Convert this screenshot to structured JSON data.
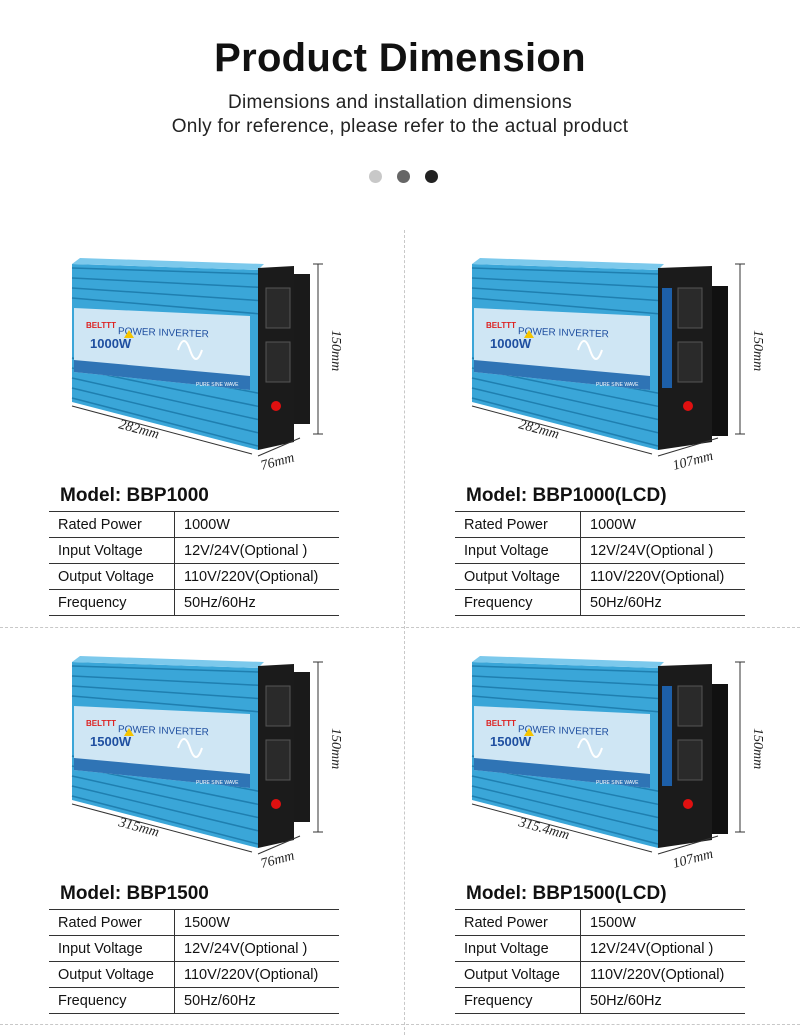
{
  "header": {
    "title": "Product Dimension",
    "subtitle_line1": "Dimensions and installation dimensions",
    "subtitle_line2": "Only for reference, please refer to the actual product"
  },
  "pagination_dots": [
    {
      "color": "#c8c8c8"
    },
    {
      "color": "#666666"
    },
    {
      "color": "#222222"
    }
  ],
  "colors": {
    "inverter_body": "#3aa6d8",
    "inverter_end_panel": "#1b1b1b",
    "label_panel": "#cfe6f4"
  },
  "products": [
    {
      "model": "Model: BBP1000",
      "lcd": false,
      "label": {
        "brand": "BELTTT",
        "name": "POWER INVERTER",
        "watt": "1000W",
        "wave": "PURE SINE WAVE"
      },
      "dimensions": {
        "length": "282mm",
        "depth": "76mm",
        "height": "150mm"
      },
      "specs": [
        {
          "label": "Rated Power",
          "value": "1000W"
        },
        {
          "label": "Input Voltage",
          "value": "12V/24V(Optional )"
        },
        {
          "label": "Output Voltage",
          "value": "110V/220V(Optional)"
        },
        {
          "label": "Frequency",
          "value": "50Hz/60Hz"
        }
      ]
    },
    {
      "model": "Model: BBP1000(LCD)",
      "lcd": true,
      "label": {
        "brand": "BELTTT",
        "name": "POWER INVERTER",
        "watt": "1000W",
        "wave": "PURE SINE WAVE"
      },
      "dimensions": {
        "length": "282mm",
        "depth": "107mm",
        "height": "150mm"
      },
      "specs": [
        {
          "label": "Rated Power",
          "value": "1000W"
        },
        {
          "label": "Input Voltage",
          "value": "12V/24V(Optional )"
        },
        {
          "label": "Output Voltage",
          "value": "110V/220V(Optional)"
        },
        {
          "label": "Frequency",
          "value": "50Hz/60Hz"
        }
      ]
    },
    {
      "model": "Model: BBP1500",
      "lcd": false,
      "label": {
        "brand": "BELTTT",
        "name": "POWER INVERTER",
        "watt": "1500W",
        "wave": "PURE SINE WAVE"
      },
      "dimensions": {
        "length": "315mm",
        "depth": "76mm",
        "height": "150mm"
      },
      "specs": [
        {
          "label": "Rated Power",
          "value": "1500W"
        },
        {
          "label": "Input Voltage",
          "value": "12V/24V(Optional )"
        },
        {
          "label": "Output Voltage",
          "value": "110V/220V(Optional)"
        },
        {
          "label": "Frequency",
          "value": "50Hz/60Hz"
        }
      ]
    },
    {
      "model": "Model: BBP1500(LCD)",
      "lcd": true,
      "label": {
        "brand": "BELTTT",
        "name": "POWER INVERTER",
        "watt": "1500W",
        "wave": "PURE SINE WAVE"
      },
      "dimensions": {
        "length": "315.4mm",
        "depth": "107mm",
        "height": "150mm"
      },
      "specs": [
        {
          "label": "Rated Power",
          "value": "1500W"
        },
        {
          "label": "Input Voltage",
          "value": "12V/24V(Optional )"
        },
        {
          "label": "Output Voltage",
          "value": "110V/220V(Optional)"
        },
        {
          "label": "Frequency",
          "value": "50Hz/60Hz"
        }
      ]
    }
  ]
}
